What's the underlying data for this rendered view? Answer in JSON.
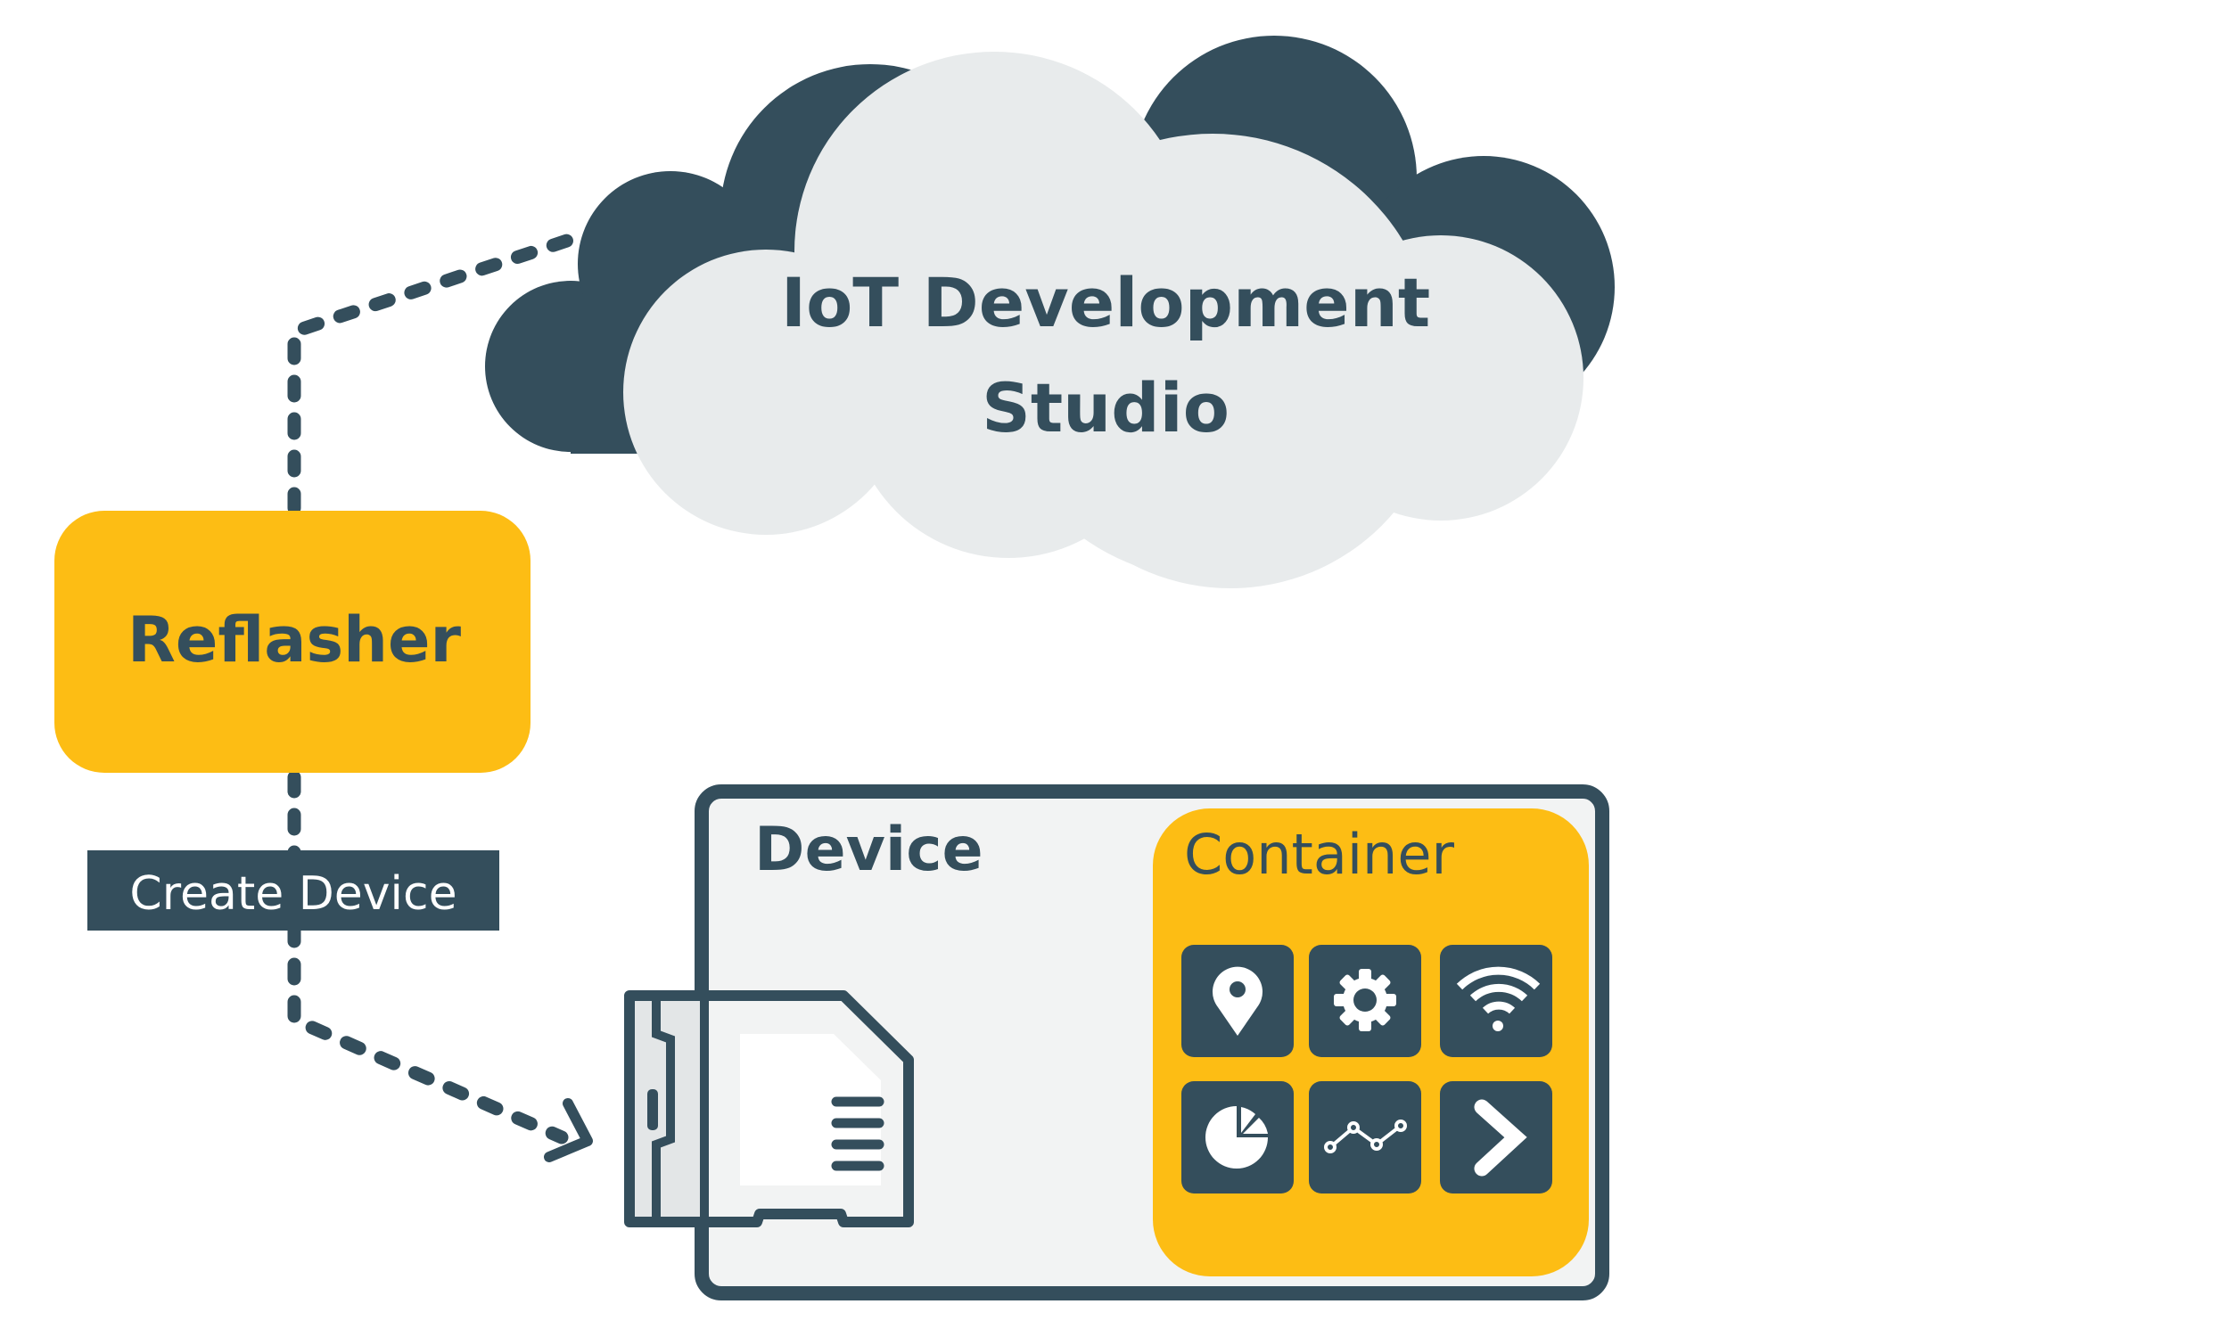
{
  "cloud": {
    "title_line1": "IoT Development",
    "title_line2": "Studio"
  },
  "reflasher": {
    "label": "Reflasher"
  },
  "action": {
    "label": "Create Device"
  },
  "device": {
    "label": "Device"
  },
  "container": {
    "label": "Container",
    "icons": [
      "map-pin-icon",
      "gear-icon",
      "wifi-icon",
      "pie-chart-icon",
      "line-chart-icon",
      "chevron-right-icon"
    ]
  },
  "colors": {
    "dark": "#344e5c",
    "accent": "#fdbd14",
    "cloud": "#e8ebec",
    "device_bg": "#f2f3f3"
  }
}
